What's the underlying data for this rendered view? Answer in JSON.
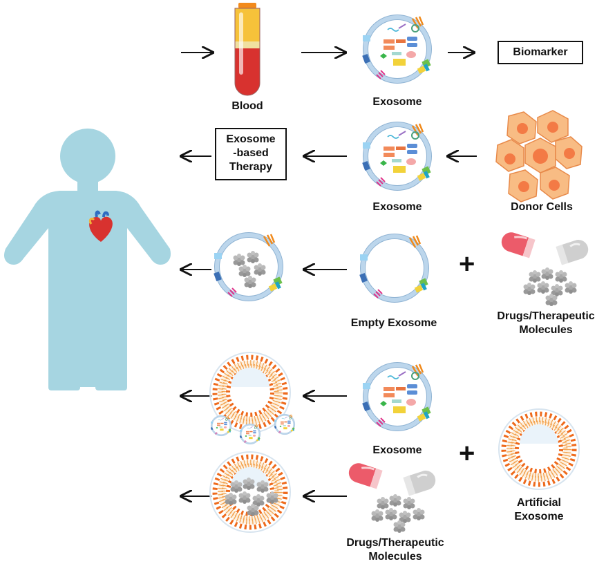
{
  "labels": {
    "blood": "Blood",
    "exosome_1": "Exosome",
    "biomarker": "Biomarker",
    "therapy_line1": "Exosome",
    "therapy_line2": "-based",
    "therapy_line3": "Therapy",
    "exosome_2": "Exosome",
    "donor_cells": "Donor Cells",
    "empty_exosome": "Empty Exosome",
    "drugs_1_line1": "Drugs/Therapeutic",
    "drugs_1_line2": "Molecules",
    "exosome_3": "Exosome",
    "artificial_line1": "Artificial",
    "artificial_line2": "Exosome",
    "drugs_2_line1": "Drugs/Therapeutic",
    "drugs_2_line2": "Molecules",
    "plus": "+"
  },
  "colors": {
    "body": "#a6d5e1",
    "membrane_blue": "#bcd6ec",
    "lipid_orange": "#ef8a2e",
    "lipid_head": "#f26a1b",
    "cell_fill": "#f8bc84",
    "cell_nucleus": "#f37a45",
    "blood_red": "#d8322f",
    "plasma_yellow": "#f6c23a",
    "capsule_red": "#ec5b6a",
    "capsule_gray": "#c9c9c9",
    "drug_gray": "#9a9a9a"
  }
}
